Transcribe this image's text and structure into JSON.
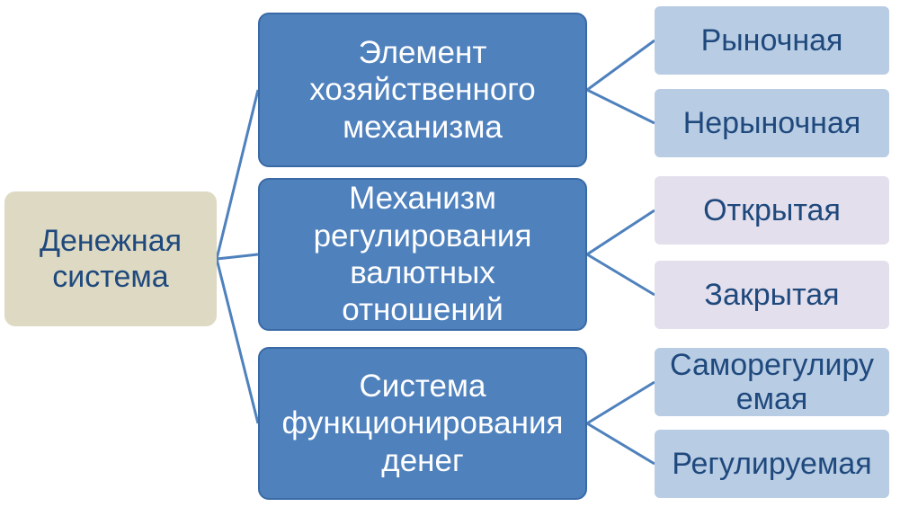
{
  "diagram": {
    "root": {
      "label": "Денежная\nсистема"
    },
    "branches": [
      {
        "label": "Элемент\nхозяйственного\nмеханизма",
        "children": [
          "Рыночная",
          "Нерыночная"
        ]
      },
      {
        "label": "Механизм\nрегулирования\nвалютных\nотношений",
        "children": [
          "Открытая",
          "Закрытая"
        ]
      },
      {
        "label": "Система\nфункционирования\nденег",
        "children": [
          "Саморегулиру\nемая",
          "Регулируемая"
        ]
      }
    ]
  },
  "colors": {
    "root_fill": "#ddd9c3",
    "branch_fill": "#4f81bd",
    "leaf_fill_blue": "#b8cce4",
    "leaf_fill_violet": "#e4dfec",
    "connector": "#4f81bd",
    "text_dark": "#1f497d",
    "text_light": "#ffffff"
  }
}
